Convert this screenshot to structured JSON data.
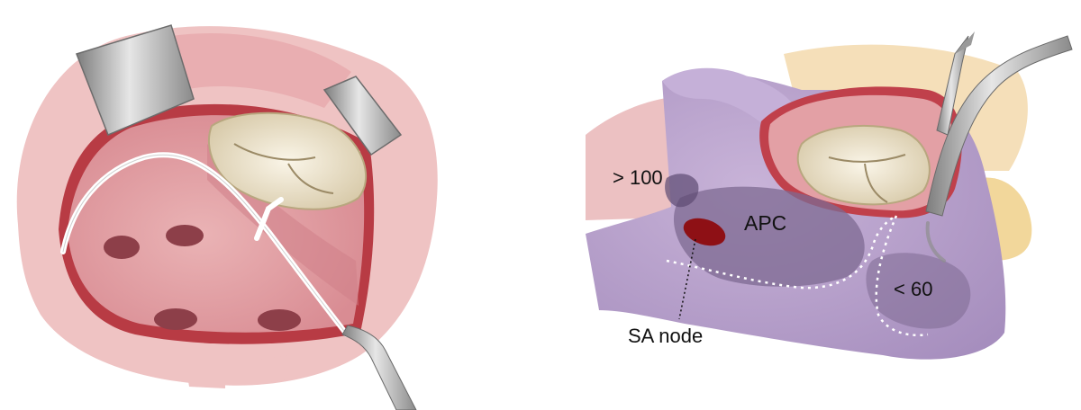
{
  "labels": {
    "over_100": "> 100",
    "apc": "APC",
    "under_60": "< 60",
    "sa_node": "SA node"
  },
  "colors": {
    "tissue_pink": "#e9aeb1",
    "cavity_pink": "#dc8f95",
    "vessel_purple": "#b8a0cb",
    "zone_shade": "#7d6a92",
    "sa_node": "#8e1015",
    "valve_cream": "#ece2cc",
    "retractor_grey": "#a8a8a8"
  }
}
